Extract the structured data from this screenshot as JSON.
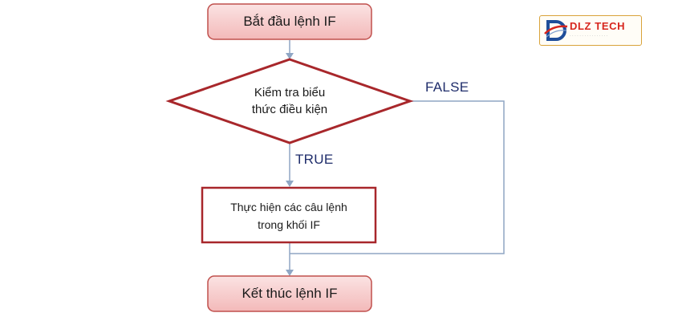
{
  "nodes": {
    "start": "Bắt đầu lệnh IF",
    "condition_line1": "Kiểm tra biểu",
    "condition_line2": "thức điều kiện",
    "action_line1": "Thực hiện các câu lệnh",
    "action_line2": "trong khối IF",
    "end": "Kết thúc lệnh IF"
  },
  "edges": {
    "true_label": "TRUE",
    "false_label": "FALSE"
  },
  "logo": {
    "brand": "DLZ TECH",
    "icon": "dlz-tech-logo-icon"
  },
  "colors": {
    "terminal_fill": "#f6caca",
    "terminal_border": "#c0504d",
    "diamond_border": "#a8272b",
    "action_border": "#a8272b",
    "connector": "#8fa6c4",
    "edge_label": "#1f2d6b",
    "brand_red": "#d7261e",
    "logo_border": "#d9a33a"
  }
}
